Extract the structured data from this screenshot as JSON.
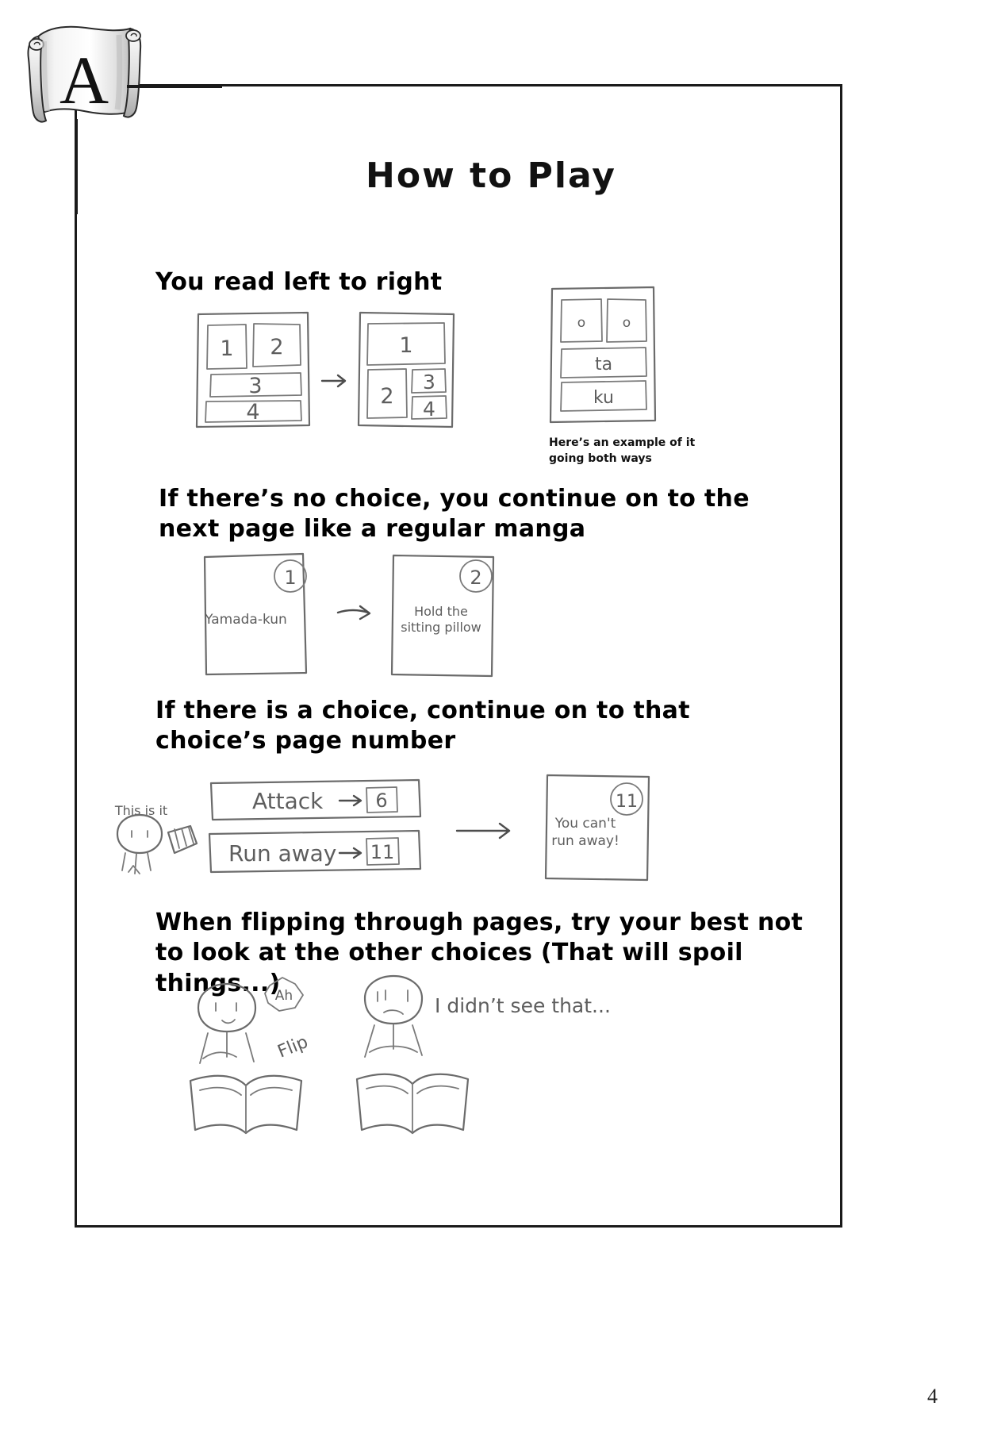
{
  "page": {
    "chapter_marker": "A",
    "title": "How to Play",
    "page_number": "4"
  },
  "sections": [
    {
      "id": "reading-order",
      "heading": "You read left to right",
      "panel_numbers": [
        "1",
        "2",
        "3",
        "4"
      ],
      "arrow": "→",
      "example_panel": {
        "top_left": "o",
        "top_right": "o",
        "middle": "ta",
        "bottom": "ku"
      },
      "caption": "Here’s an example of it going both ways"
    },
    {
      "id": "no-choice",
      "heading": "If there’s no choice, you continue on to the next page like a regular manga",
      "pages": [
        {
          "number": "1",
          "text": "Yamada-kun"
        },
        {
          "number": "2",
          "text": "Hold the sitting pillow"
        }
      ],
      "arrow": "→"
    },
    {
      "id": "has-choice",
      "heading": "If there is a choice, continue on to that choice’s page number",
      "pointer_label": "This is it",
      "choices": [
        {
          "label": "Attack",
          "arrow": "→",
          "page": "6"
        },
        {
          "label": "Run away",
          "arrow": "→",
          "page": "11"
        }
      ],
      "arrow": "→",
      "result_page": {
        "number": "11",
        "text": "You can’t run away!"
      }
    },
    {
      "id": "no-peeking",
      "heading": "When flipping through pages, try your best not to look at the other choices (That will spoil things...)",
      "sound_effects": [
        "Ah",
        "Flip"
      ],
      "speech": "I didn’t see that..."
    }
  ],
  "colors": {
    "ink": "#111111",
    "pencil": "#6b6b6b",
    "pencil_light": "#8a8a8a",
    "border": "#1a1a1a",
    "paper": "#ffffff"
  }
}
